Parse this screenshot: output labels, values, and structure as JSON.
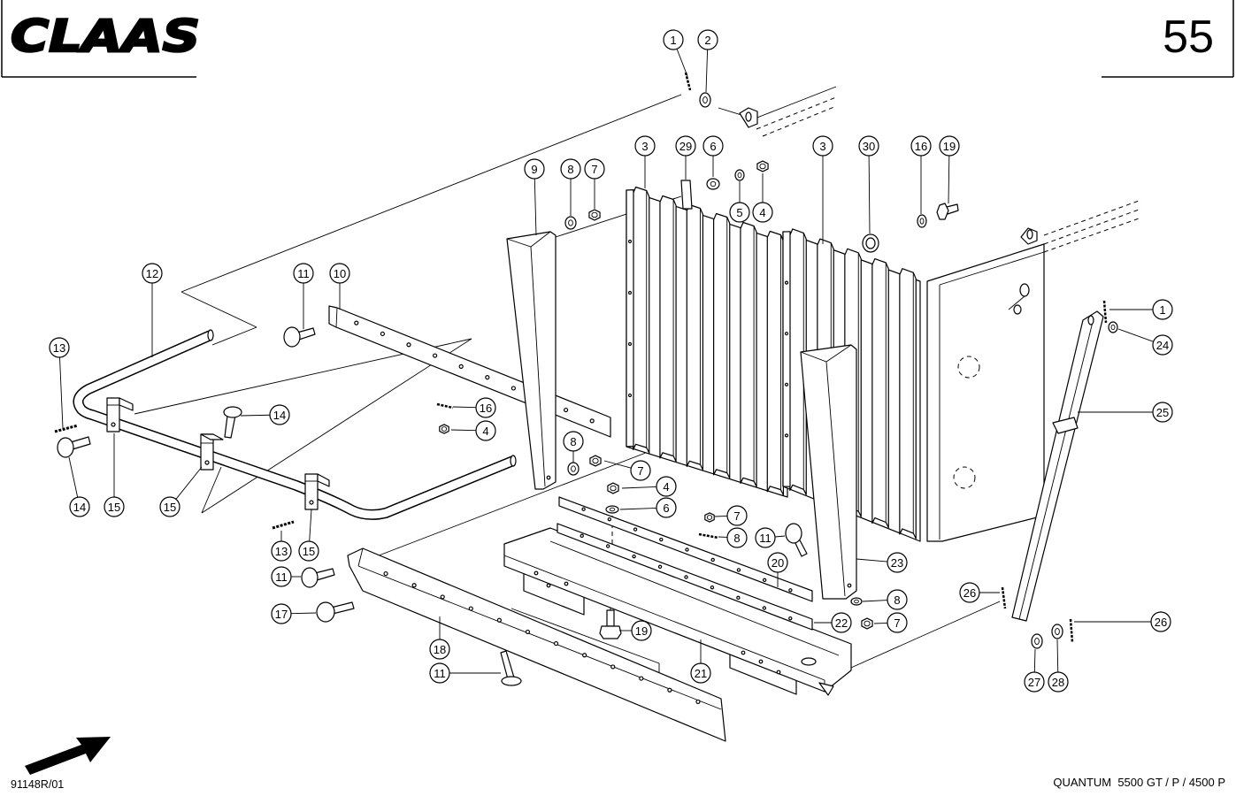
{
  "header": {
    "logo": "CLAAS",
    "page_number": "55"
  },
  "footer": {
    "drawing_id": "91148R/01",
    "model": "QUANTUM  5500 GT / P / 4500 P"
  },
  "callouts": [
    "1",
    "2",
    "3",
    "29",
    "6",
    "3",
    "30",
    "16",
    "19",
    "9",
    "8",
    "7",
    "5",
    "4",
    "12",
    "11",
    "10",
    "1",
    "24",
    "13",
    "16",
    "14",
    "4",
    "25",
    "8",
    "7",
    "4",
    "6",
    "14",
    "15",
    "15",
    "7",
    "8",
    "11",
    "13",
    "15",
    "20",
    "23",
    "11",
    "26",
    "8",
    "17",
    "22",
    "7",
    "26",
    "19",
    "18",
    "11",
    "21",
    "27",
    "28"
  ]
}
